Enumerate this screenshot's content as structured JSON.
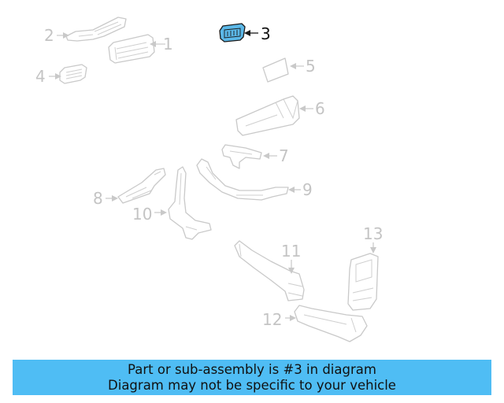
{
  "diagram": {
    "callouts": [
      {
        "number": "1",
        "highlighted": false
      },
      {
        "number": "2",
        "highlighted": false
      },
      {
        "number": "3",
        "highlighted": true
      },
      {
        "number": "4",
        "highlighted": false
      },
      {
        "number": "5",
        "highlighted": false
      },
      {
        "number": "6",
        "highlighted": false
      },
      {
        "number": "7",
        "highlighted": false
      },
      {
        "number": "8",
        "highlighted": false
      },
      {
        "number": "9",
        "highlighted": false
      },
      {
        "number": "10",
        "highlighted": false
      },
      {
        "number": "11",
        "highlighted": false
      },
      {
        "number": "12",
        "highlighted": false
      },
      {
        "number": "13",
        "highlighted": false
      }
    ],
    "highlight_color": "#5bb8e8",
    "part_outline_color": "#c9c9c9"
  },
  "banner": {
    "line1": "Part or sub-assembly is #3 in diagram",
    "line2": "Diagram may not be specific to your vehicle",
    "background": "#4fbdf4"
  }
}
